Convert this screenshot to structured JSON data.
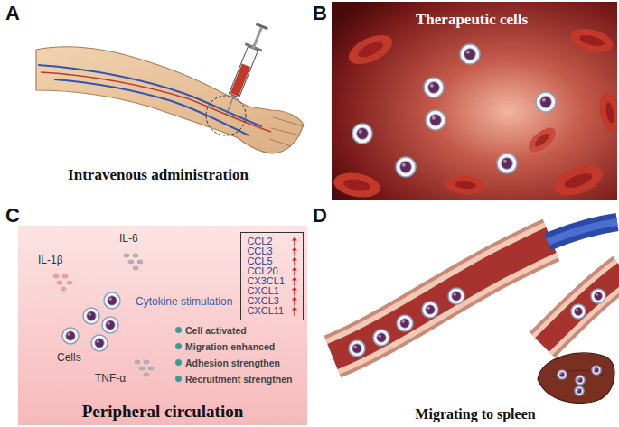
{
  "diagram": {
    "nodes": [
      {
        "text": [
          "Therapeutic cells"
        ]
      },
      {
        "text": [
          "IL-6",
          "IL-1β",
          "Cytokine stimulation",
          "Cells",
          "TNF-α",
          "Cell activated",
          "Migration enhanced",
          "Adhesion strengthen",
          "Recruitment strengthen",
          "Peripheral circulation"
        ]
      },
      {
        "text": [
          "CCL2",
          "CCL3",
          "CCL5",
          "CCL20",
          "CX3CL1",
          "CXCL1",
          "CXCL3",
          "CXCL11"
        ],
        "in": 1
      }
    ],
    "labels": [
      "A",
      "Intravenous administration",
      "B",
      "C",
      "D",
      "Migrating to spleen"
    ]
  }
}
